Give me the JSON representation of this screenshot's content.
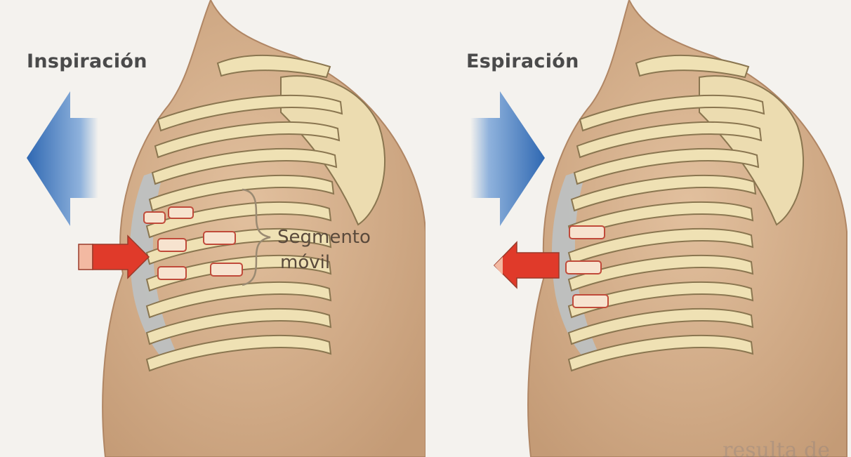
{
  "panels": {
    "left": {
      "title": "Inspiración"
    },
    "right": {
      "title": "Espiración"
    }
  },
  "annotation": {
    "line1": "Segmento",
    "line2": "móvil"
  },
  "bleed_text": {
    "line1": "",
    "line2": "resulta de"
  },
  "colors": {
    "skin": "#d9b493",
    "skin_shadow": "#b98f6c",
    "rib": "#efe1b4",
    "rib_outline": "#8a7650",
    "cartilage": "#b9c4cc",
    "arrow_blue": "#2f68b2",
    "arrow_red": "#e03a2a",
    "arrow_red_tail": "#f3b9a2"
  },
  "icons": {
    "movement_arrow_left": "blue-arrow-left-icon",
    "movement_arrow_right": "blue-arrow-right-icon",
    "force_arrow_in": "red-arrow-right-icon",
    "force_arrow_out": "red-arrow-left-icon"
  }
}
